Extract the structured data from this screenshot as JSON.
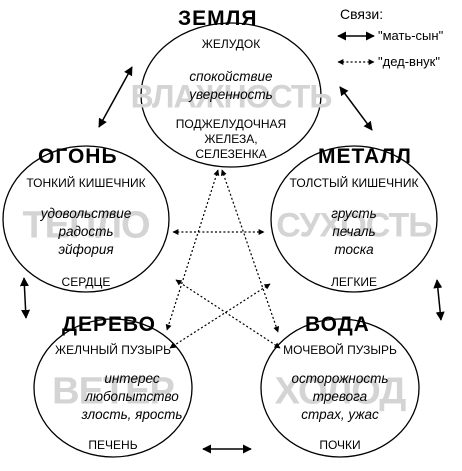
{
  "legend": {
    "title": "Связи:",
    "mother_son": "\"мать-сын\"",
    "grandfather_grandson": "\"дед-внук\""
  },
  "elements": {
    "earth": {
      "title": "ЗЕМЛЯ",
      "organ_top": "ЖЕЛУДОК",
      "emotions": [
        "спокойствие",
        "уверенность"
      ],
      "organ_bottom": [
        "ПОДЖЕЛУДОЧНАЯ",
        "ЖЕЛЕЗА,",
        "СЕЛЕЗЕНКА"
      ],
      "climate": "ВЛАЖНОСТЬ"
    },
    "fire": {
      "title": "ОГОНЬ",
      "organ_top": "ТОНКИЙ КИШЕЧНИК",
      "emotions": [
        "удовольствие",
        "радость",
        "эйфория"
      ],
      "organ_bottom": [
        "СЕРДЦЕ"
      ],
      "climate": "ТЕПЛО"
    },
    "metal": {
      "title": "МЕТАЛЛ",
      "organ_top": "ТОЛСТЫЙ КИШЕЧНИК",
      "emotions": [
        "грусть",
        "печаль",
        "тоска"
      ],
      "organ_bottom": [
        "ЛЕГКИЕ"
      ],
      "climate": "СУХОСТЬ"
    },
    "wood": {
      "title": "ДЕРЕВО",
      "organ_top": "ЖЕЛЧНЫЙ ПУЗЫРЬ",
      "emotions": [
        "интерес",
        "любопытство",
        "злость, ярость"
      ],
      "organ_bottom": [
        "ПЕЧЕНЬ"
      ],
      "climate": "ВЕТЕР"
    },
    "water": {
      "title": "ВОДА",
      "organ_top": "МОЧЕВОЙ ПУЗЫРЬ",
      "emotions": [
        "осторожность",
        "тревога",
        "страх, ужас"
      ],
      "organ_bottom": [
        "ПОЧКИ"
      ],
      "climate": "ХОЛОД"
    }
  }
}
